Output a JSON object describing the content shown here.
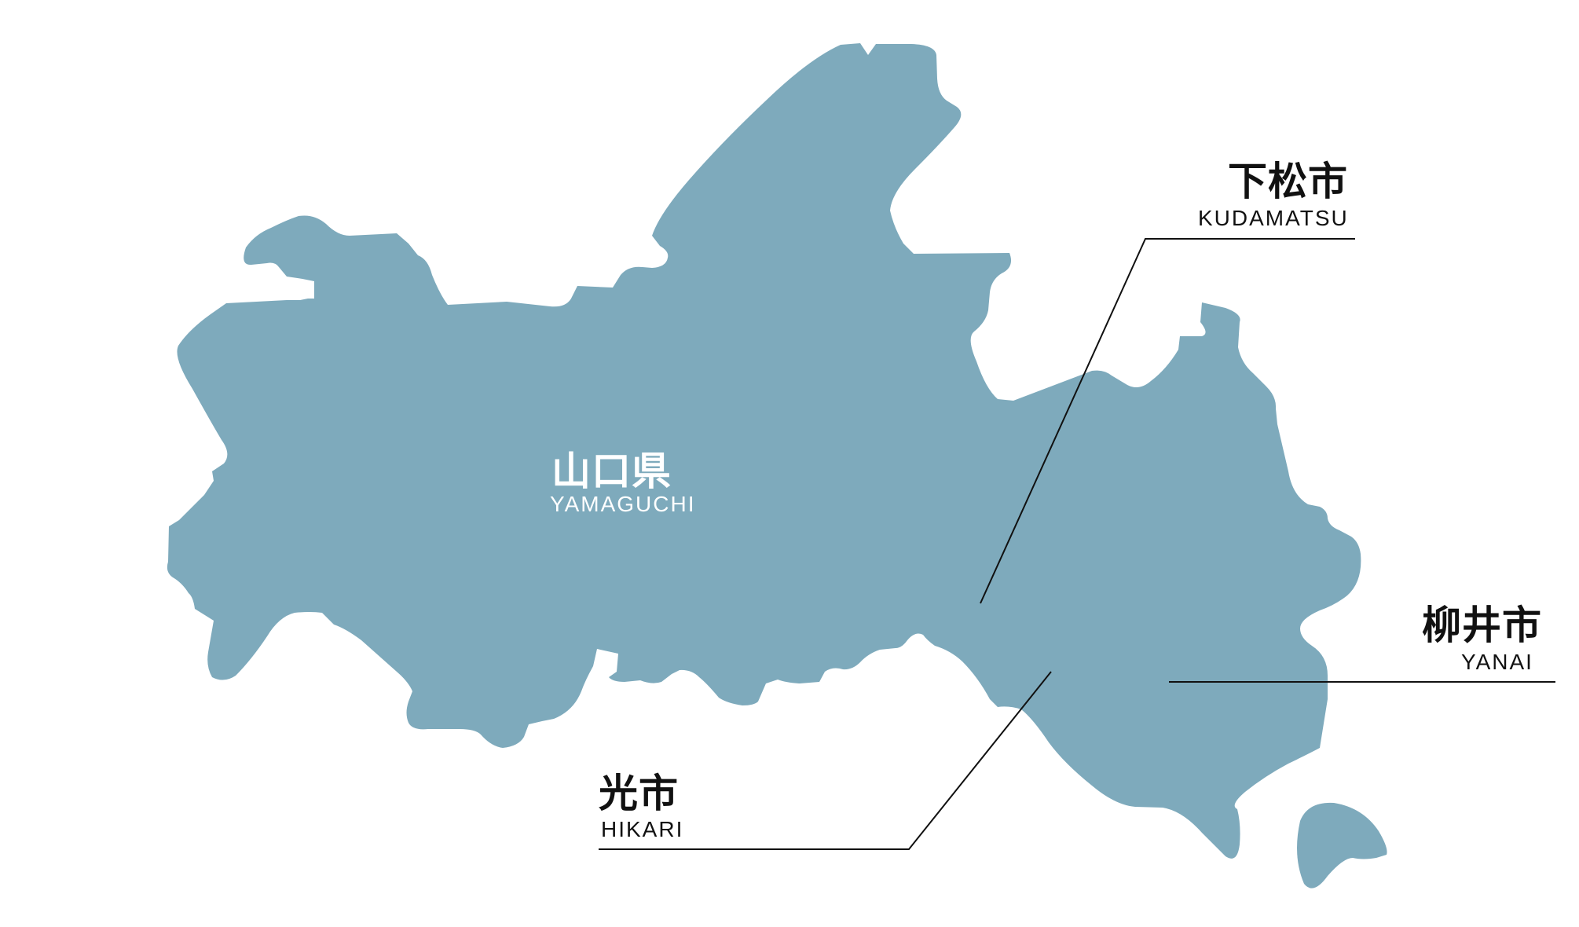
{
  "map": {
    "region_color": "#7eaabc",
    "prefecture": {
      "name_ja": "山口県",
      "name_en": "YAMAGUCHI"
    },
    "cities": [
      {
        "id": "kudamatsu",
        "name_ja": "下松市",
        "name_en": "KUDAMATSU"
      },
      {
        "id": "yanai",
        "name_ja": "柳井市",
        "name_en": "YANAI"
      },
      {
        "id": "hikari",
        "name_ja": "光市",
        "name_en": "HIKARI"
      }
    ]
  }
}
